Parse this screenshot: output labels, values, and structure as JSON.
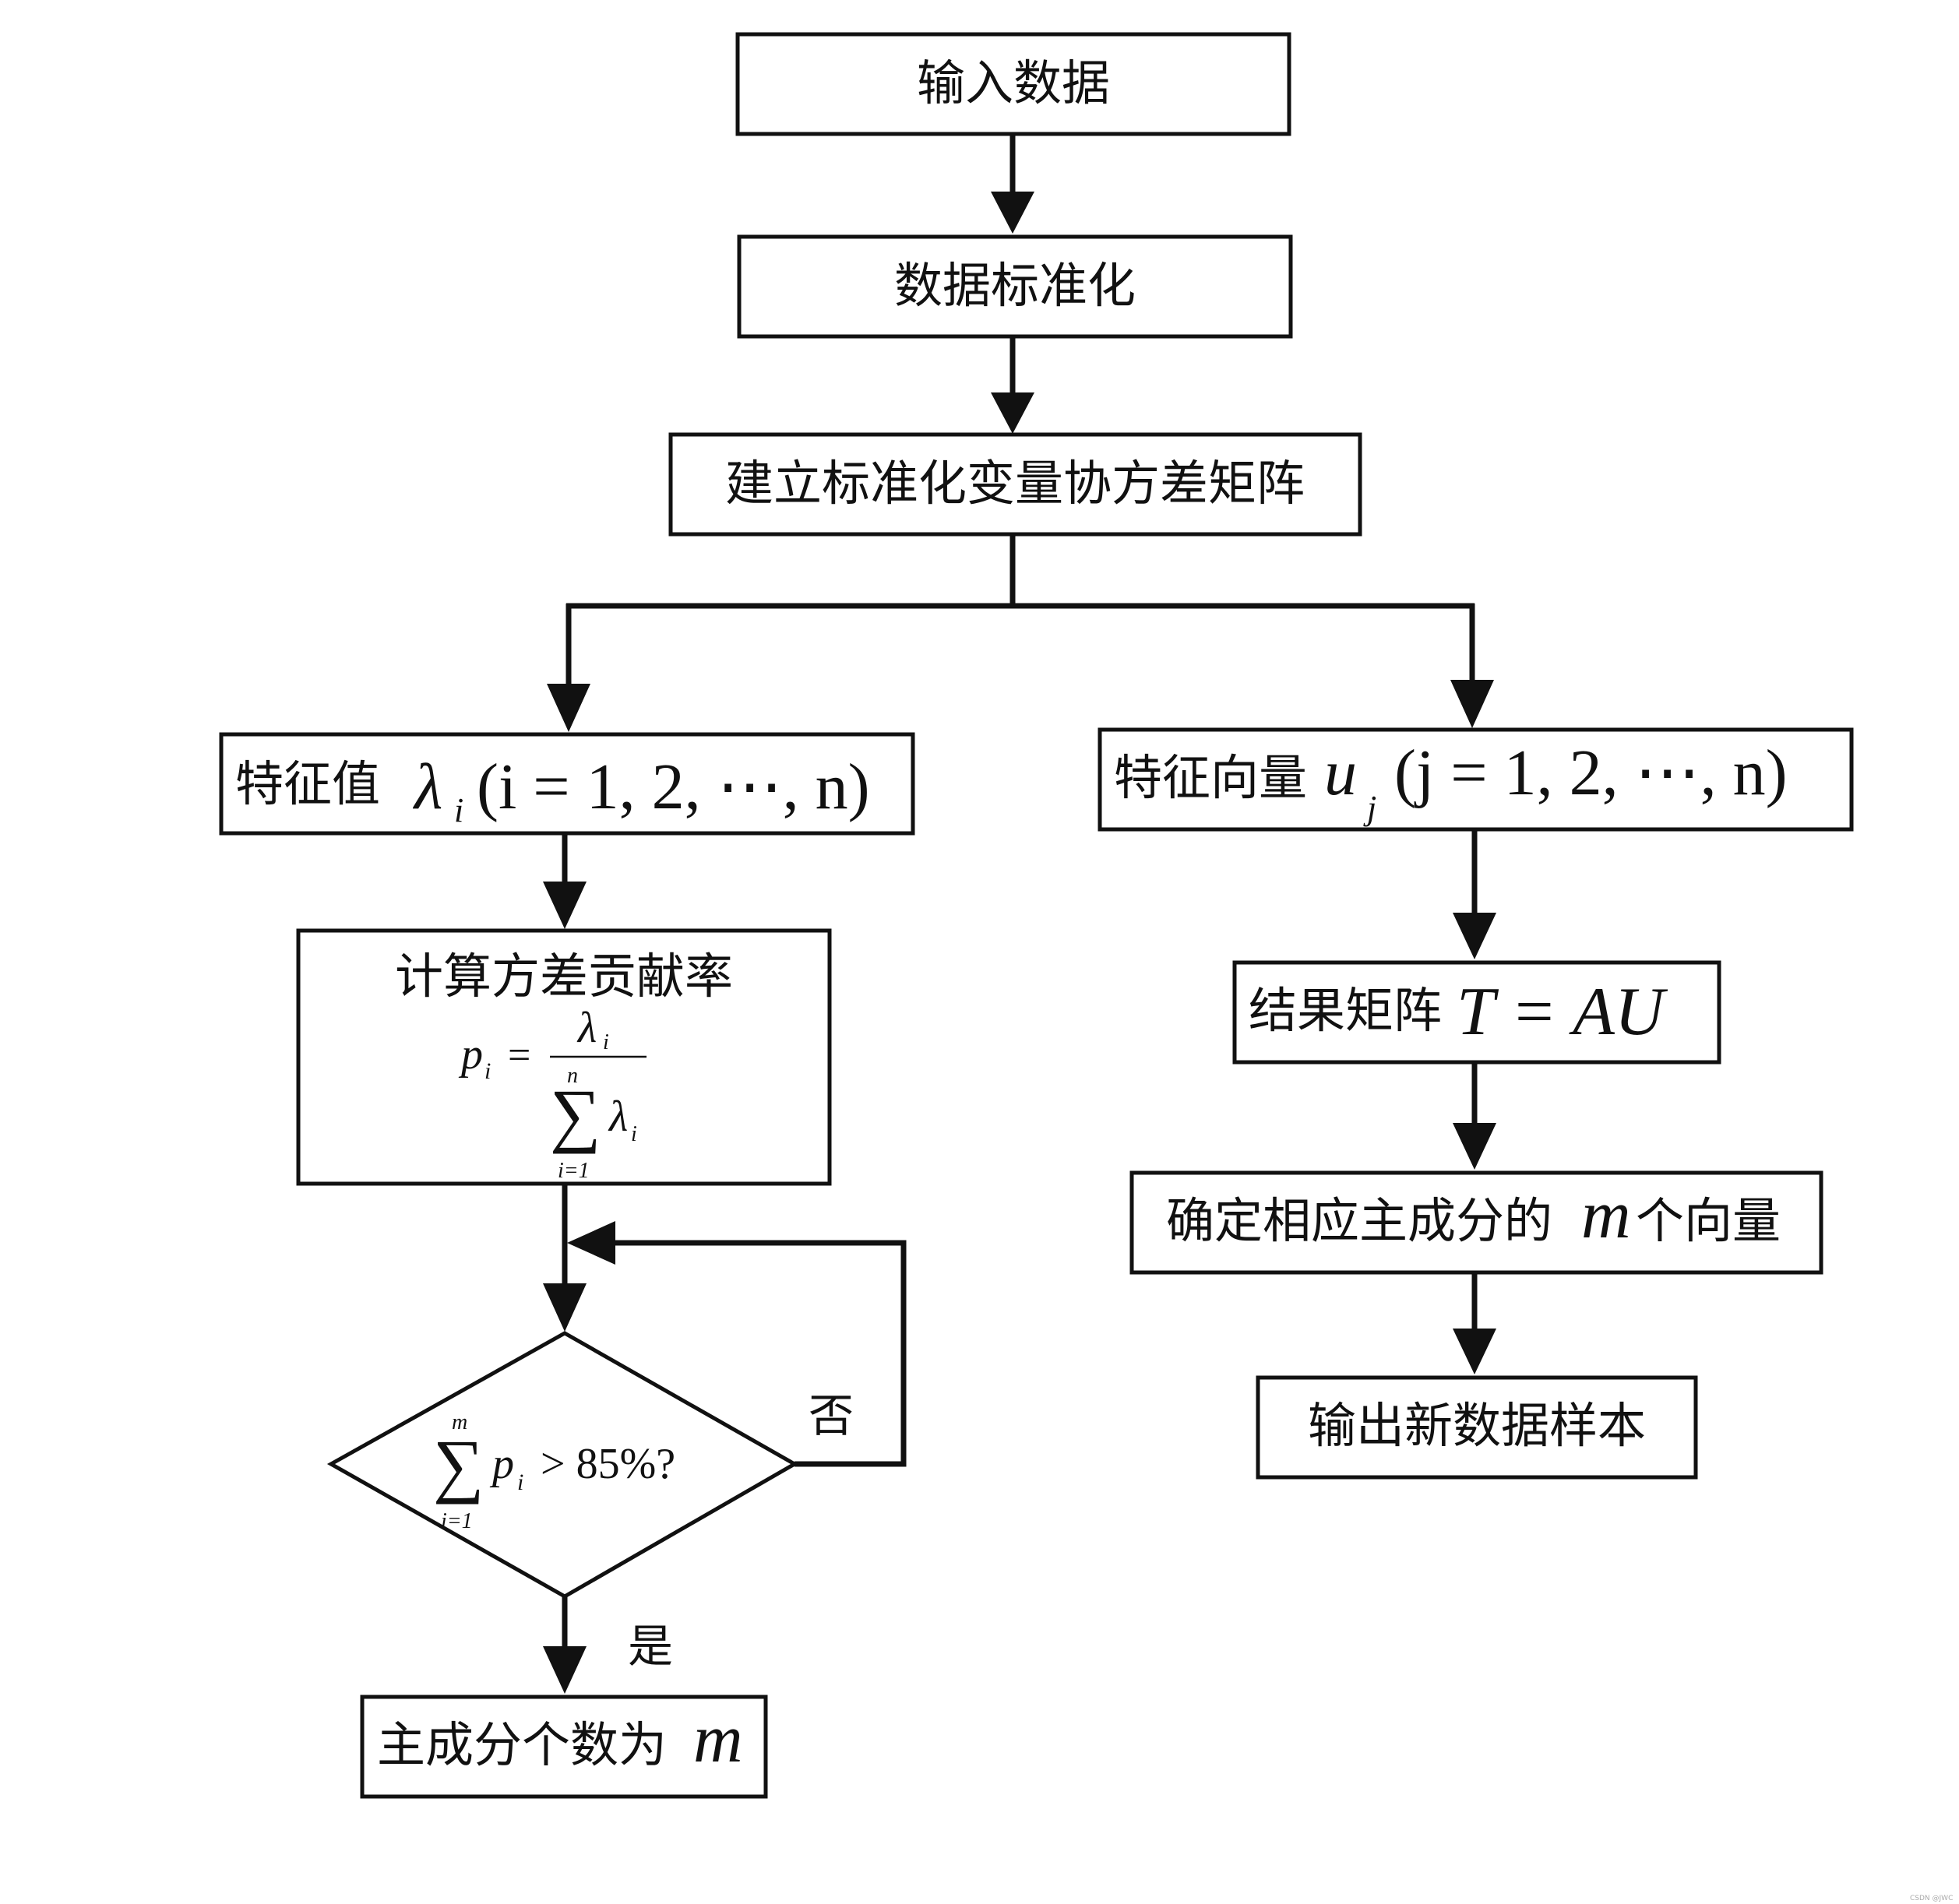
{
  "nodes": {
    "input": "输入数据",
    "standardize": "数据标准化",
    "covariance": "建立标准化变量协方差矩阵",
    "eigenvalue": {
      "label": "特征值",
      "symbol": "λ",
      "sub": "i",
      "range": "(i = 1, 2, ⋯, n)"
    },
    "eigenvector": {
      "label": "特征向量",
      "symbol": "u",
      "sub": "j",
      "range": "(j = 1, 2, ⋯, n)"
    },
    "variance": {
      "label": "计算方差贡献率",
      "formula": {
        "lhs": "p",
        "lhs_sub": "i",
        "eq": "=",
        "num": "λ",
        "num_sub": "i",
        "sum_upper": "n",
        "sum_lower": "i=1",
        "den": "λ",
        "den_sub": "i"
      }
    },
    "decision": {
      "sum_upper": "m",
      "sum_lower": "i=1",
      "term": "p",
      "term_sub": "i",
      "cond": "> 85%?"
    },
    "result_matrix": {
      "label": "结果矩阵",
      "formula": "T = AU"
    },
    "determine": {
      "label_pre": "确定相应主成分的",
      "var": "m",
      "label_post": "个向量"
    },
    "output": "输出新数据样本",
    "count": {
      "label": "主成分个数为",
      "var": "m"
    }
  },
  "edges": {
    "no_label": "否",
    "yes_label": "是"
  },
  "watermark": "CSDN @JWC"
}
